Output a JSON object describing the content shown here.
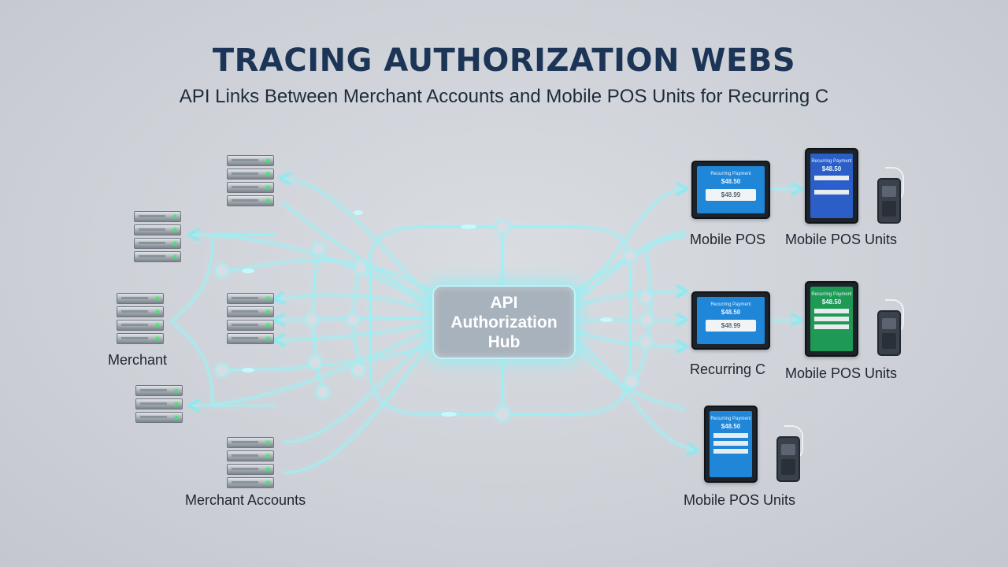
{
  "title": "TRACING AUTHORIZATION WEBS",
  "subtitle": "API Links Between Merchant Accounts and Mobile POS Units for Recurring C",
  "hub": {
    "label": "API\nAuthorization\nHub"
  },
  "left_labels": {
    "merchant": "Merchant",
    "merchant_accounts": "Merchant Accounts"
  },
  "right_labels": {
    "mobile_pos": "Mobile POS",
    "mobile_pos_units_top": "Mobile POS Units",
    "recurring": "Recurring C",
    "mobile_pos_units_mid": "Mobile POS Units",
    "mobile_pos_units_bottom": "Mobile POS Units"
  },
  "devices": {
    "t1": {
      "title": "Recurring Payment",
      "amount": "$48.50",
      "card": "$48.99"
    },
    "t2": {
      "title": "Recurring Payment",
      "amount": "$48.50"
    },
    "t3": {
      "title": "Recurring Payment",
      "amount": "$48.50",
      "card": "$48.99"
    },
    "t4": {
      "title": "Recurring Payment",
      "amount": "$48.50"
    },
    "t5": {
      "title": "Recurring Payment",
      "amount": "$48.50"
    }
  },
  "colors": {
    "title": "#1c3557",
    "wire": "#9ff0f4",
    "wire_glow": "#c8fbfd",
    "hub_fill": "#a8b2bc",
    "screen_blue": "#1f86d8",
    "screen_green": "#1f9a55"
  }
}
